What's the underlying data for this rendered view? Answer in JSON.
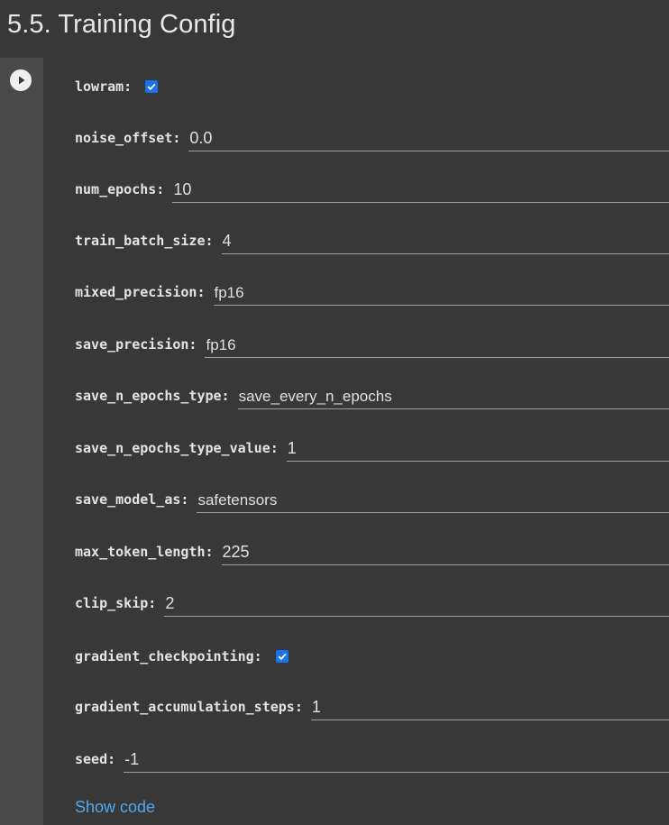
{
  "header": {
    "title": "5.5. Training Config"
  },
  "run_button": {
    "icon": "play-icon"
  },
  "fields": {
    "lowram": {
      "label": "lowram:",
      "checked": true
    },
    "noise_offset": {
      "label": "noise_offset:",
      "value": "0.0"
    },
    "num_epochs": {
      "label": "num_epochs:",
      "value": "10"
    },
    "train_batch_size": {
      "label": "train_batch_size:",
      "value": "4"
    },
    "mixed_precision": {
      "label": "mixed_precision:",
      "value": "fp16"
    },
    "save_precision": {
      "label": "save_precision:",
      "value": "fp16"
    },
    "save_n_epochs_type": {
      "label": "save_n_epochs_type:",
      "value": "save_every_n_epochs"
    },
    "save_n_epochs_type_value": {
      "label": "save_n_epochs_type_value:",
      "value": "1"
    },
    "save_model_as": {
      "label": "save_model_as:",
      "value": "safetensors"
    },
    "max_token_length": {
      "label": "max_token_length:",
      "value": "225"
    },
    "clip_skip": {
      "label": "clip_skip:",
      "value": "2"
    },
    "gradient_checkpointing": {
      "label": "gradient_checkpointing:",
      "checked": true
    },
    "gradient_accumulation_steps": {
      "label": "gradient_accumulation_steps:",
      "value": "1"
    },
    "seed": {
      "label": "seed:",
      "value": "-1"
    }
  },
  "show_code": {
    "label": "Show code"
  },
  "colors": {
    "accent": "#1a73e8",
    "link": "#4fa8f0",
    "background": "#383838",
    "gutter": "#4a4a4a"
  }
}
